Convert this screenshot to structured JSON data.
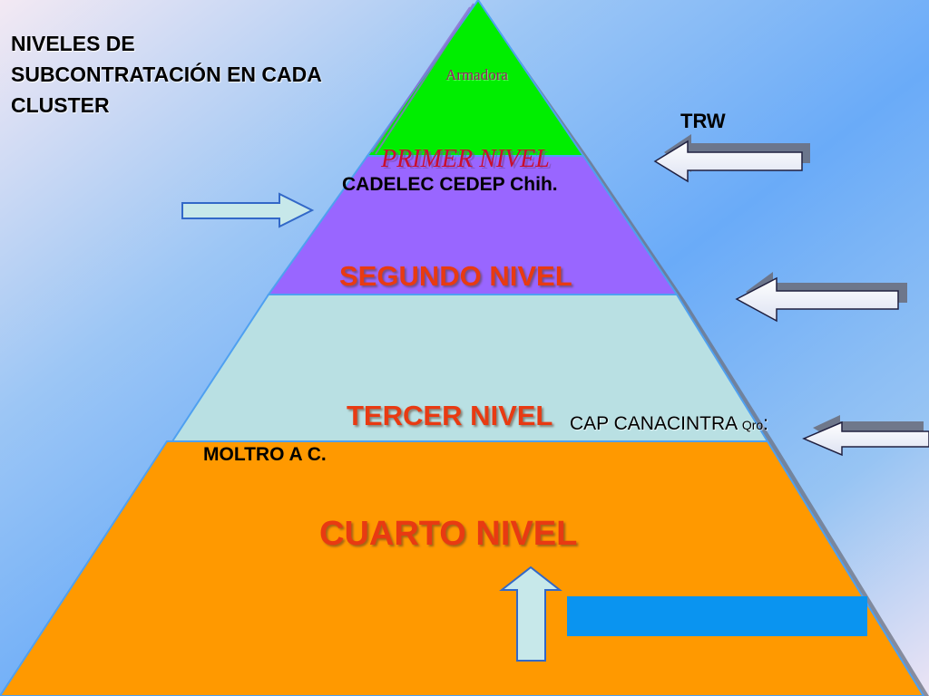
{
  "title": {
    "lines": [
      "NIVELES DE",
      "SUBCONTRATACIÓN EN CADA",
      "CLUSTER"
    ]
  },
  "pyramid": {
    "levels": [
      {
        "label": "PRIMER  NIVEL",
        "color": "#9966ff"
      },
      {
        "label": "SEGUNDO NIVEL",
        "color": "#9966ff"
      },
      {
        "label": "TERCER NIVEL",
        "color": "#b9e0e3"
      },
      {
        "label": "CUARTO NIVEL",
        "color": "#ff9900"
      }
    ],
    "apex": {
      "label": "Armadora",
      "color": "#00ee00"
    }
  },
  "annotations": {
    "cadelec": "CADELEC  CEDEP Chih.",
    "trw": "TRW",
    "cap_canacintra": "CAP CANACINTRA ",
    "cap_canacintra_sub": "Qro",
    "cap_canacintra_suffix": ":",
    "moltro": "MOLTRO A C."
  },
  "colors": {
    "background_start": "#f3e9f3",
    "background_mid": "#7cb9f7",
    "background_end": "#e9e2f3",
    "label_red": "#e83a12",
    "arrow_fill": "#f0f2fb",
    "arrow_light_blue": "#c7e8ea",
    "blue_box": "#0a94f0"
  }
}
